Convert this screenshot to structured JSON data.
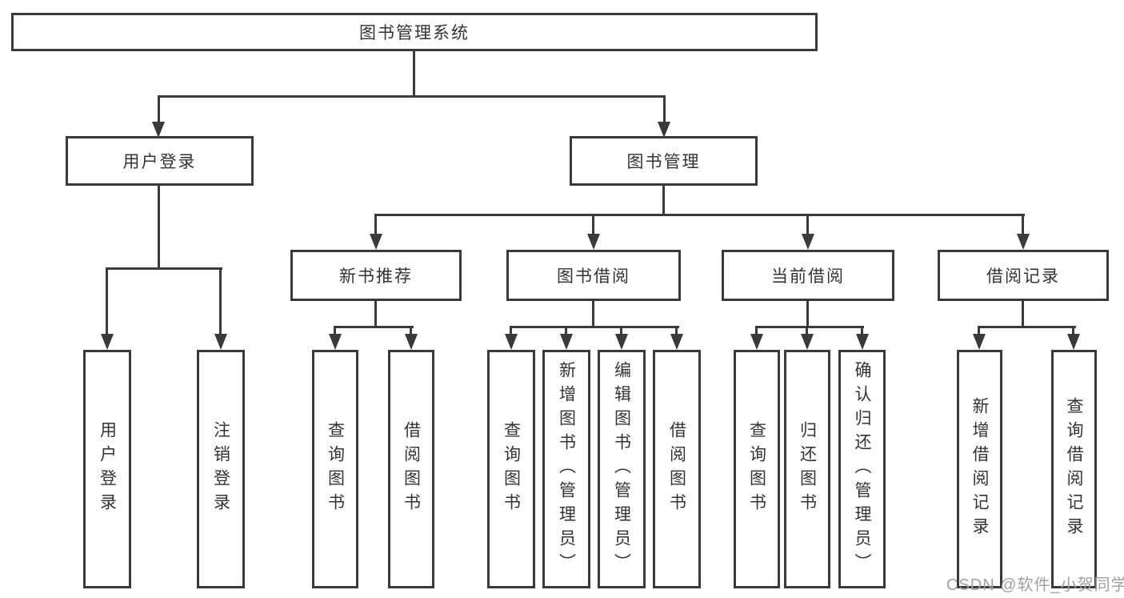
{
  "diagram": {
    "root": {
      "label": "图书管理系统"
    },
    "level2": [
      {
        "label": "用户登录",
        "children": [
          {
            "label": "用户登录"
          },
          {
            "label": "注销登录"
          }
        ]
      },
      {
        "label": "图书管理"
      }
    ],
    "level3": [
      {
        "label": "新书推荐",
        "children": [
          {
            "label": "查询图书"
          },
          {
            "label": "借阅图书"
          }
        ]
      },
      {
        "label": "图书借阅",
        "children": [
          {
            "label": "查询图书"
          },
          {
            "label": "新增图书（管理员）"
          },
          {
            "label": "编辑图书（管理员）"
          },
          {
            "label": "借阅图书"
          }
        ]
      },
      {
        "label": "当前借阅",
        "children": [
          {
            "label": "查询图书"
          },
          {
            "label": "归还图书"
          },
          {
            "label": "确认归还（管理员）"
          }
        ]
      },
      {
        "label": "借阅记录",
        "children": [
          {
            "label": "新增借阅记录"
          },
          {
            "label": "查询借阅记录"
          }
        ]
      }
    ]
  },
  "watermark": {
    "text": "CSDN @软件_小贺同学"
  },
  "colors": {
    "line": "#3a3a3a",
    "text": "#333333",
    "background": "#ffffff",
    "watermark": "#a0a0a0"
  }
}
